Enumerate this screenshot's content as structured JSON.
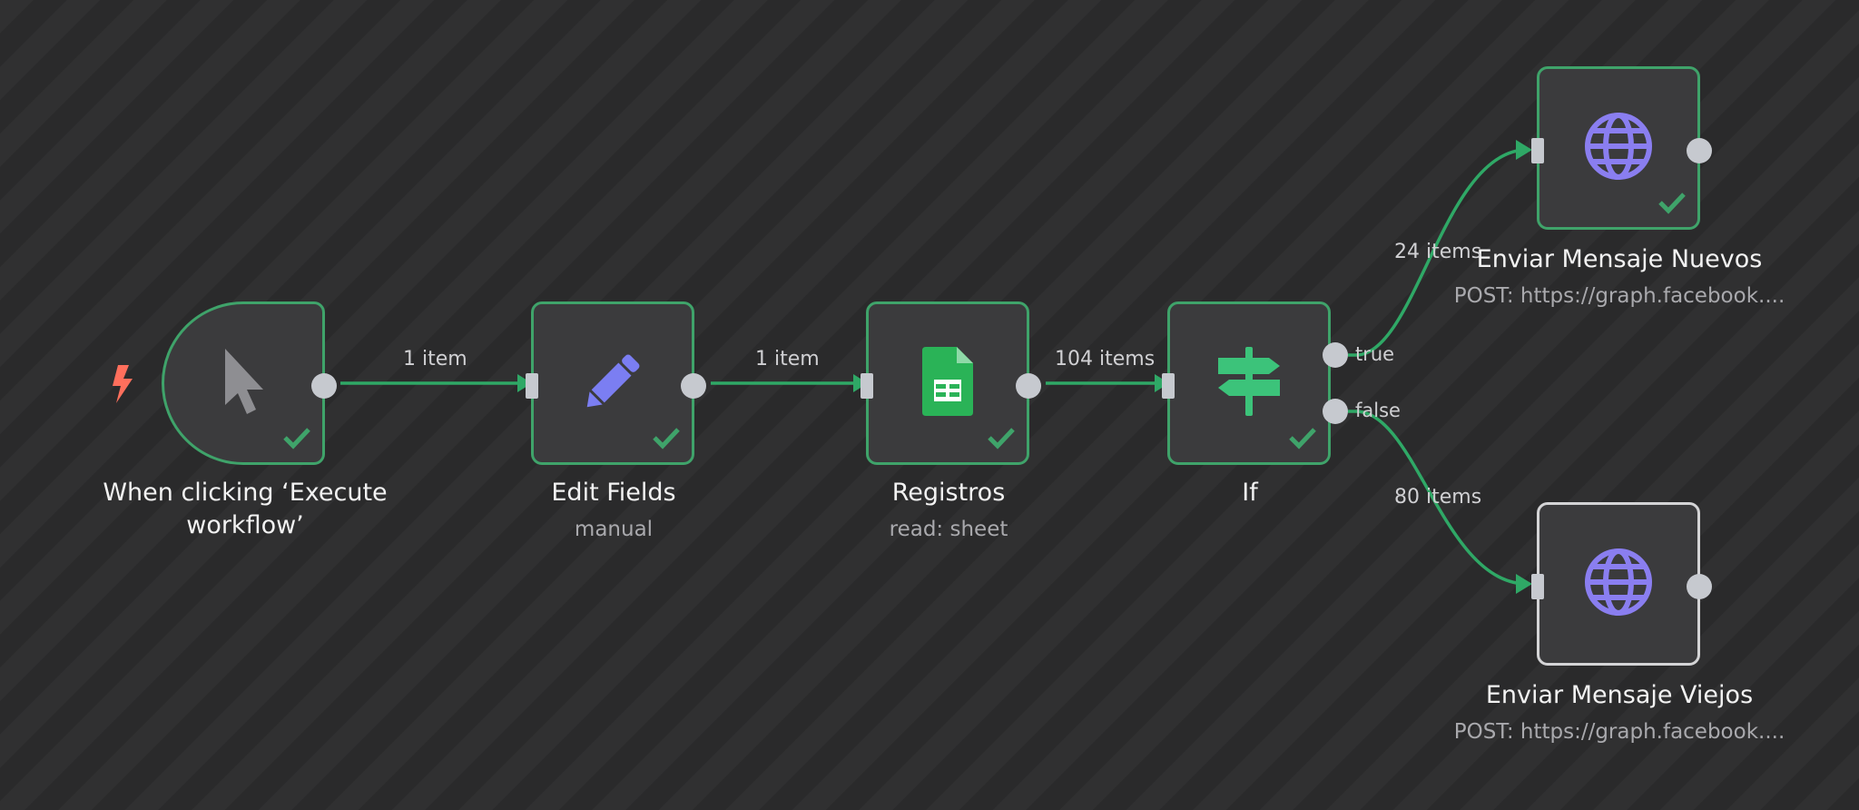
{
  "nodes": {
    "trigger": {
      "title_line1": "When clicking ‘Execute",
      "title_line2": "workflow’",
      "icon": "cursor-icon",
      "status": "success"
    },
    "edit_fields": {
      "title": "Edit Fields",
      "subtitle": "manual",
      "icon": "pencil-icon",
      "status": "success"
    },
    "registros": {
      "title": "Registros",
      "subtitle": "read: sheet",
      "icon": "google-sheets-icon",
      "status": "success"
    },
    "if_node": {
      "title": "If",
      "icon": "signpost-icon",
      "status": "success",
      "true_label": "true",
      "false_label": "false"
    },
    "nuevos": {
      "title": "Enviar Mensaje Nuevos",
      "subtitle": "POST: https://graph.facebook....",
      "icon": "globe-icon",
      "status": "success"
    },
    "viejos": {
      "title": "Enviar Mensaje Viejos",
      "subtitle": "POST: https://graph.facebook....",
      "icon": "globe-icon",
      "status": "idle"
    }
  },
  "edges": {
    "trigger_to_edit": "1 item",
    "edit_to_registros": "1 item",
    "registros_to_if": "104 items",
    "if_true_to_nuevos": "24 items",
    "if_false_to_viejos": "80 items"
  },
  "colors": {
    "success": "#3fa36a",
    "connection": "#2fa866",
    "port": "#c6c9cf",
    "trigger_bolt": "#ff6f5c",
    "globe": "#8a7ef0",
    "pencil": "#7b7ef2",
    "sheets": "#2ab357",
    "signpost": "#3cc37a"
  }
}
